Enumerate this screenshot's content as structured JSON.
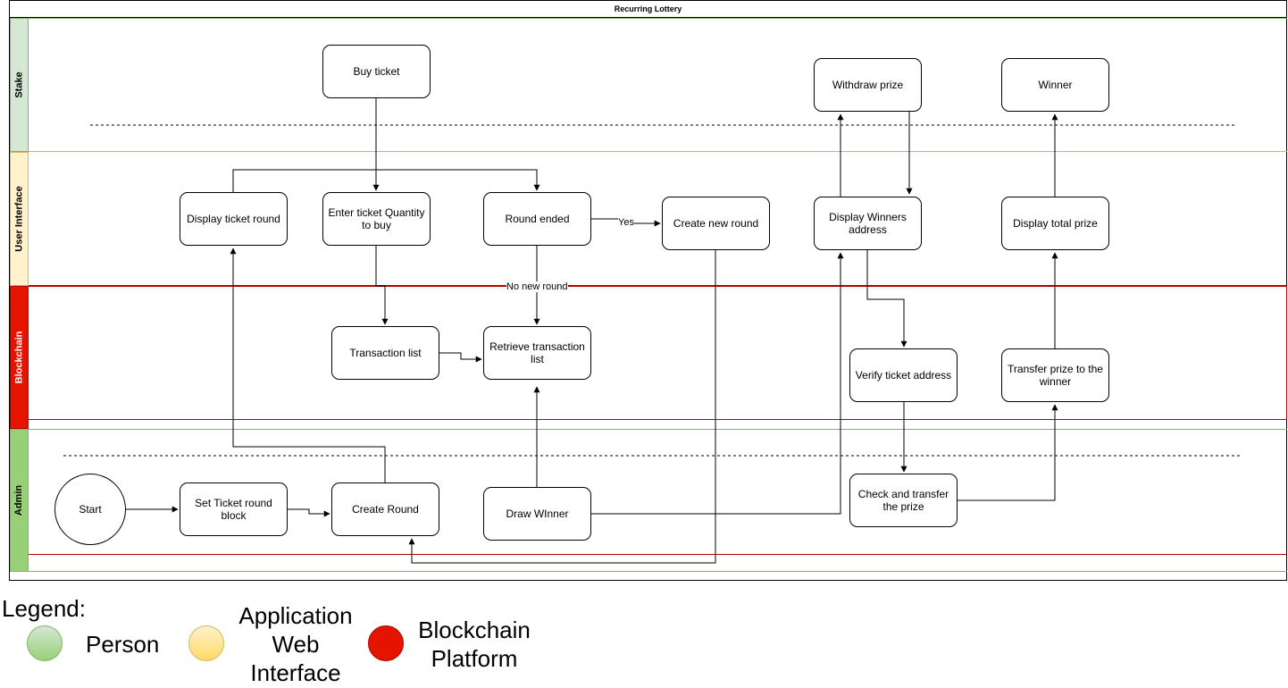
{
  "diagram": {
    "title": "Recurring Lottery",
    "lanes": {
      "stake": "Stake",
      "ui": "User Interface",
      "blockchain": "Blockchain",
      "admin": "Admin"
    },
    "nodes": {
      "buy_ticket": "Buy ticket",
      "withdraw_prize": "Withdraw prize",
      "winner": "Winner",
      "display_ticket_round": "Display ticket round",
      "enter_ticket_quantity": "Enter ticket Quantity to buy",
      "round_ended": "Round ended",
      "create_new_round": "Create new round",
      "display_winners_address": "Display Winners address",
      "display_total_prize": "Display total prize",
      "transaction_list": "Transaction list",
      "retrieve_transaction_list": "Retrieve transaction list",
      "verify_ticket_address": "Verify ticket address",
      "transfer_prize": "Transfer prize to the winner",
      "start": "Start",
      "set_ticket_round_block": "Set Ticket round block",
      "create_round": "Create Round",
      "draw_winner": "Draw WInner",
      "check_and_transfer": "Check and transfer the prize"
    },
    "edge_labels": {
      "yes": "Yes",
      "no_new_round": "No new round"
    },
    "colors": {
      "person": "#97d077",
      "person_light": "#d5e8d4",
      "app": "#ffd966",
      "app_light": "#fff2cc",
      "blockchain": "#e51400",
      "blockchain_border": "#b20000"
    }
  },
  "legend": {
    "title": "Legend:",
    "items": {
      "person": "Person",
      "app": "Application Web Interface",
      "blockchain": "Blockchain Platform"
    }
  }
}
